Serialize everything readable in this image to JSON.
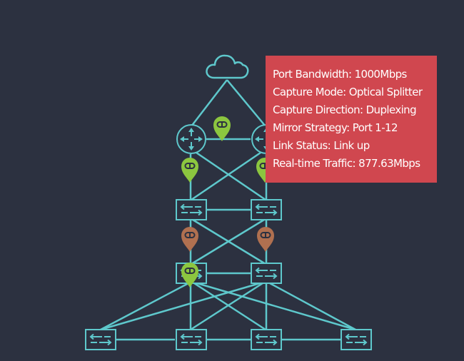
{
  "colors": {
    "background": "#2c3140",
    "link": "#5ec8cc",
    "tap_active": "#8cc63f",
    "tap_alert": "#b07050",
    "tooltip": "#d0474f"
  },
  "icons": {
    "cloud": "cloud-icon",
    "router": "router-icon",
    "switch": "switch-icon",
    "tap_marker": "tap-marker-icon"
  },
  "tooltip": {
    "lines": [
      {
        "label": "Port Bandwidth:",
        "value": "1000Mbps"
      },
      {
        "label": "Capture Mode:",
        "value": "Optical Splitter"
      },
      {
        "label": "Capture Direction:",
        "value": "Duplexing"
      },
      {
        "label": "Mirror Strategy:",
        "value": "Port 1-12"
      },
      {
        "label": "Link Status:",
        "value": "Link up"
      },
      {
        "label": "Real-time Traffic:",
        "value": "877.63Mbps"
      }
    ]
  }
}
